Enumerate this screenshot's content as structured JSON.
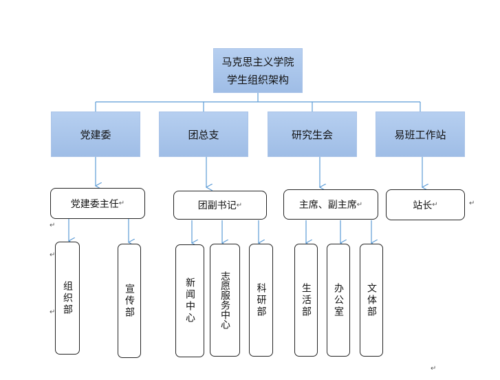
{
  "top": {
    "line1": "马克思主义学院",
    "line2": "学生组织架构"
  },
  "level1": [
    "党建委",
    "团总支",
    "研究生会",
    "易班工作站"
  ],
  "level2": [
    "党建委主任",
    "团副书记",
    "主席、副主席",
    "站长"
  ],
  "level3": [
    "组织部",
    "宣传部",
    "新闻中心",
    "志愿服务中心",
    "科研部",
    "生活部",
    "办公室",
    "文体部"
  ],
  "mark": "↵",
  "colors": {
    "box_fill": "#a9c4ea",
    "line": "#5b9bd5",
    "border": "#222222"
  }
}
